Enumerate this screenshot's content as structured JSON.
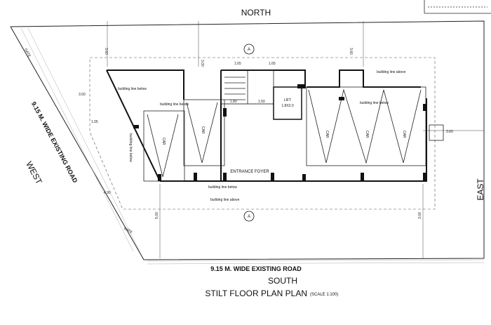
{
  "directions": {
    "north": "NORTH",
    "south": "SOUTH",
    "east": "EAST",
    "west": "WEST"
  },
  "roads": {
    "south": "9.15 M. WIDE EXISTING ROAD",
    "west": "9.15 M. WIDE EXISTING ROAD"
  },
  "gates": [
    "GATE",
    "GATE"
  ],
  "title": "STILT FLOOR PLAN PLAN",
  "scale": "(SCALE 1:100)",
  "section_marker": "A",
  "rooms": {
    "entrance": "ENTRANCE FOYER",
    "lift": "LIFT",
    "lift_size": "1.8X2.0"
  },
  "annotations": {
    "building_line_below": "building line below",
    "building_line_above": "building line above"
  },
  "parking_marker": "CAR",
  "dimensions": {
    "north_left": "3.60",
    "north_right": "3.60",
    "west_diag_top": "3.50",
    "west_diag_mid": "1.05",
    "west_diag_bottom": "4.90",
    "east": "3.60",
    "south_left": "5.00",
    "south_right": "3.00",
    "top_mid": "3.00",
    "stair_a": "1.65",
    "stair_b": "1.65",
    "stair_c": "1.80",
    "stair_d": "1.50"
  }
}
